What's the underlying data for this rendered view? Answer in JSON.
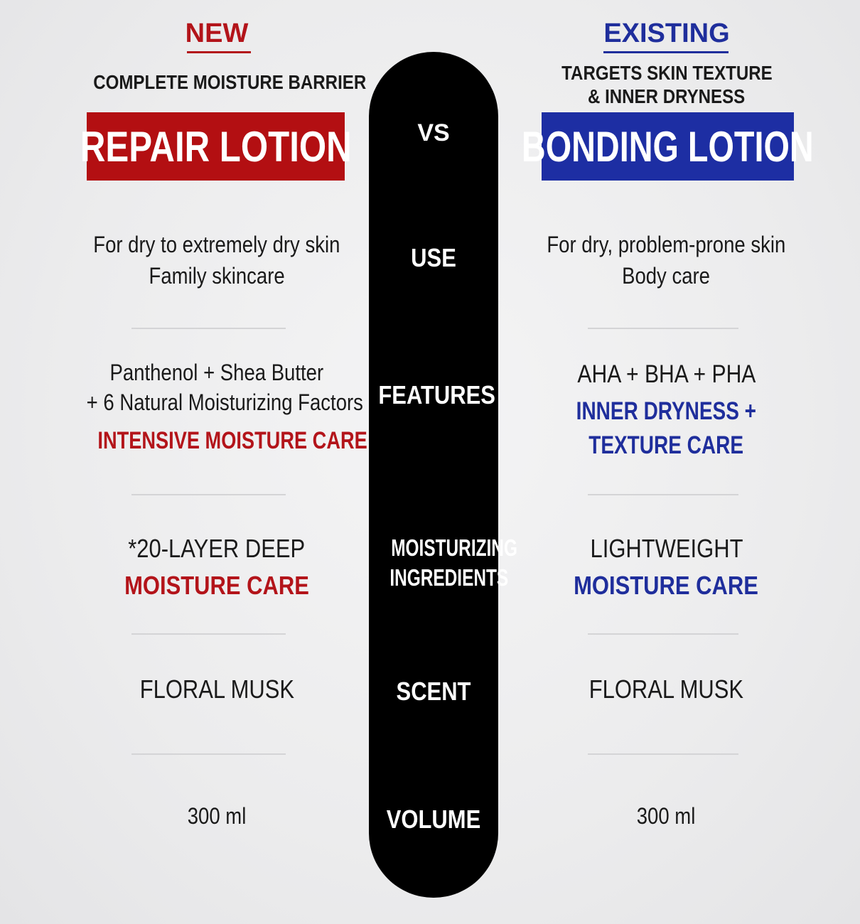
{
  "left": {
    "tag": "NEW",
    "subtitle": "COMPLETE MOISTURE BARRIER",
    "product": "REPAIR LOTION",
    "use": [
      "For dry to extremely dry skin",
      "Family skincare"
    ],
    "features": [
      "Panthenol + Shea Butter",
      "+ 6 Natural Moisturizing Factors"
    ],
    "features_highlight": "INTENSIVE MOISTURE CARE",
    "moisturizing": "*20-LAYER DEEP",
    "moisturizing_highlight": "MOISTURE CARE",
    "scent": "FLORAL MUSK",
    "volume": "300 ml"
  },
  "center": {
    "vs": "VS",
    "use": "USE",
    "features": "FEATURES",
    "moisturizing": [
      "MOISTURIZING",
      "INGREDIENTS"
    ],
    "scent": "SCENT",
    "volume": "VOLUME"
  },
  "right": {
    "tag": "EXISTING",
    "subtitle": [
      "TARGETS SKIN TEXTURE",
      "& INNER DRYNESS"
    ],
    "product": "BONDING LOTION",
    "use": [
      "For dry, problem-prone skin",
      "Body care"
    ],
    "features": "AHA + BHA + PHA",
    "features_highlight": [
      "INNER DRYNESS +",
      "TEXTURE CARE"
    ],
    "moisturizing": "LIGHTWEIGHT",
    "moisturizing_highlight": "MOISTURE CARE",
    "scent": "FLORAL MUSK",
    "volume": "300 ml"
  },
  "colors": {
    "new_red": "#b3141a",
    "existing_blue": "#1f2e9c",
    "pill": "#000000"
  }
}
